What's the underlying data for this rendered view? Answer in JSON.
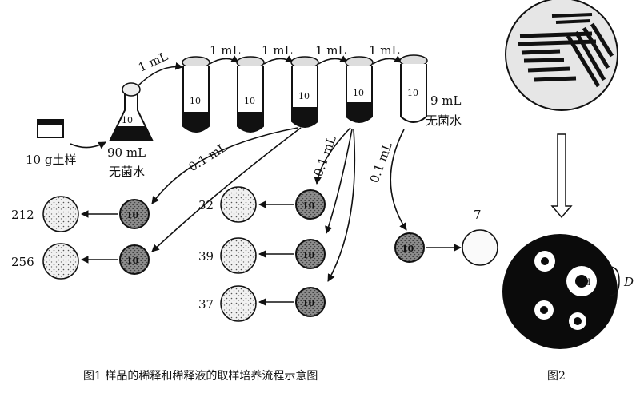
{
  "soil": {
    "mass": "10 g土样"
  },
  "flask": {
    "label": "10",
    "volume": "90 mL",
    "water": "无菌水"
  },
  "transfers": [
    "1 mL",
    "1 mL",
    "1 mL",
    "1 mL",
    "1 mL"
  ],
  "tubes": [
    "10",
    "10",
    "10",
    "10",
    "10"
  ],
  "last_tube": {
    "volume": "9 mL",
    "water": "无菌水"
  },
  "samples": [
    "0.1 mL",
    "0.1 mL",
    "0.1 mL"
  ],
  "plates": [
    "10",
    "10",
    "10",
    "10",
    "10",
    "10"
  ],
  "counts": [
    "212",
    "256",
    "32",
    "39",
    "37",
    "7"
  ],
  "fig2": {
    "label_d": "d",
    "label_D": "D",
    "caption": "图2"
  },
  "caption1": "图1 样品的稀释和稀释液的取样培养流程示意图"
}
